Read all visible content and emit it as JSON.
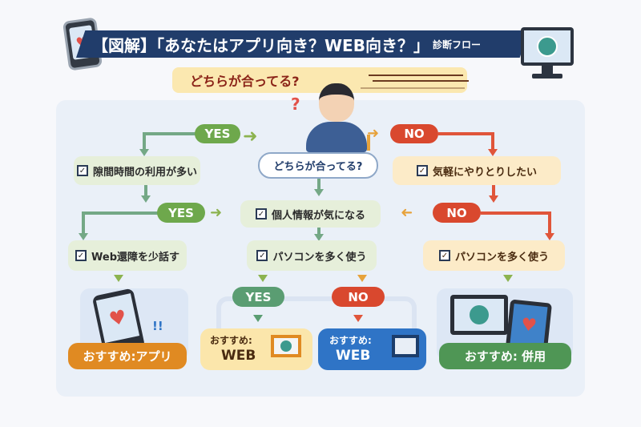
{
  "header": {
    "title": "【図解】「あなたはアプリ向き？WEB向き？」",
    "title_suffix": "診断フロー"
  },
  "subtitle": "どちらが合ってる?",
  "question_mark": "?",
  "center_question": "どちらが合ってる?",
  "pills": {
    "yes": "YES",
    "no": "NO"
  },
  "check_mark": "✓",
  "steps": {
    "left1": "隙間時間の利用が多い",
    "right1": "気軽にやりとりしたい",
    "center2": "個人情報が気になる",
    "left3": "Web還障を少話す",
    "center3": "パソコンを多く使う",
    "right3": "パソコンを多く使う"
  },
  "results": {
    "app": "おすすめ:アプリ",
    "web_yes_prefix": "おすすめ:",
    "web_yes": "WEB",
    "web_no_prefix": "おすすめ:",
    "web_no": "WEB",
    "both": "おすすめ: 併用"
  },
  "colors": {
    "navy": "#213d6b",
    "yes": "#6ea84c",
    "no": "#d9482e",
    "app": "#e08a22",
    "both": "#4f9655",
    "web_blue": "#2f74c6"
  }
}
